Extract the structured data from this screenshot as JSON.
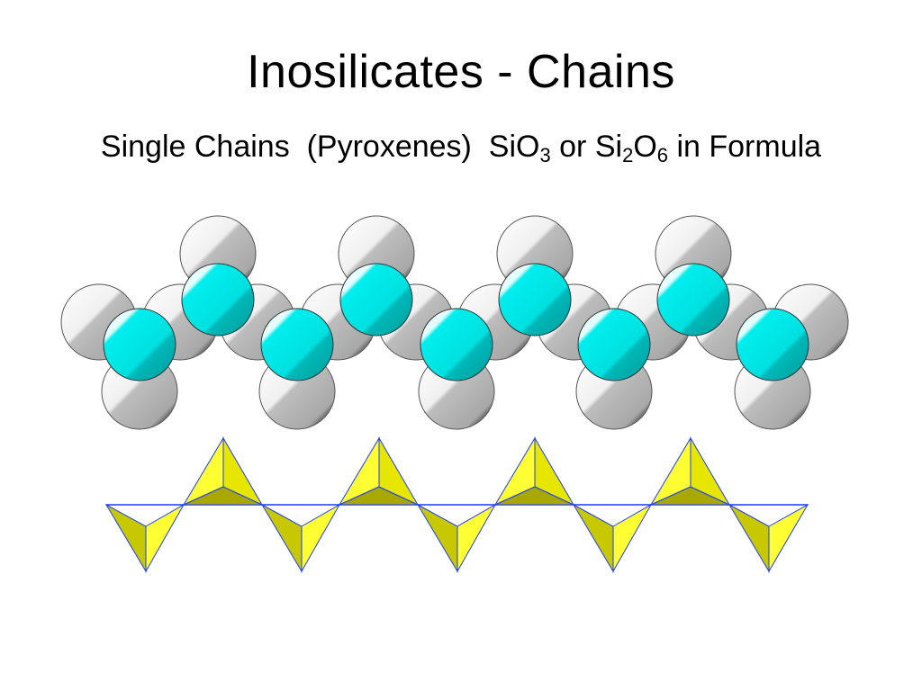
{
  "slide": {
    "title": "Inosilicates - Chains",
    "subtitle": {
      "part1": "Single Chains  (Pyroxenes)  SiO",
      "sub1": "3",
      "part2": " or Si",
      "sub2": "2",
      "part3": "O",
      "sub3": "6",
      "part4": " in Formula"
    }
  },
  "figure": {
    "oxygen_color": "#c8c8c8",
    "silicon_color": "#00e8e8",
    "tetrahedron_color": "#e6e600",
    "tetrahedron_edge_color": "#1a3cff"
  }
}
